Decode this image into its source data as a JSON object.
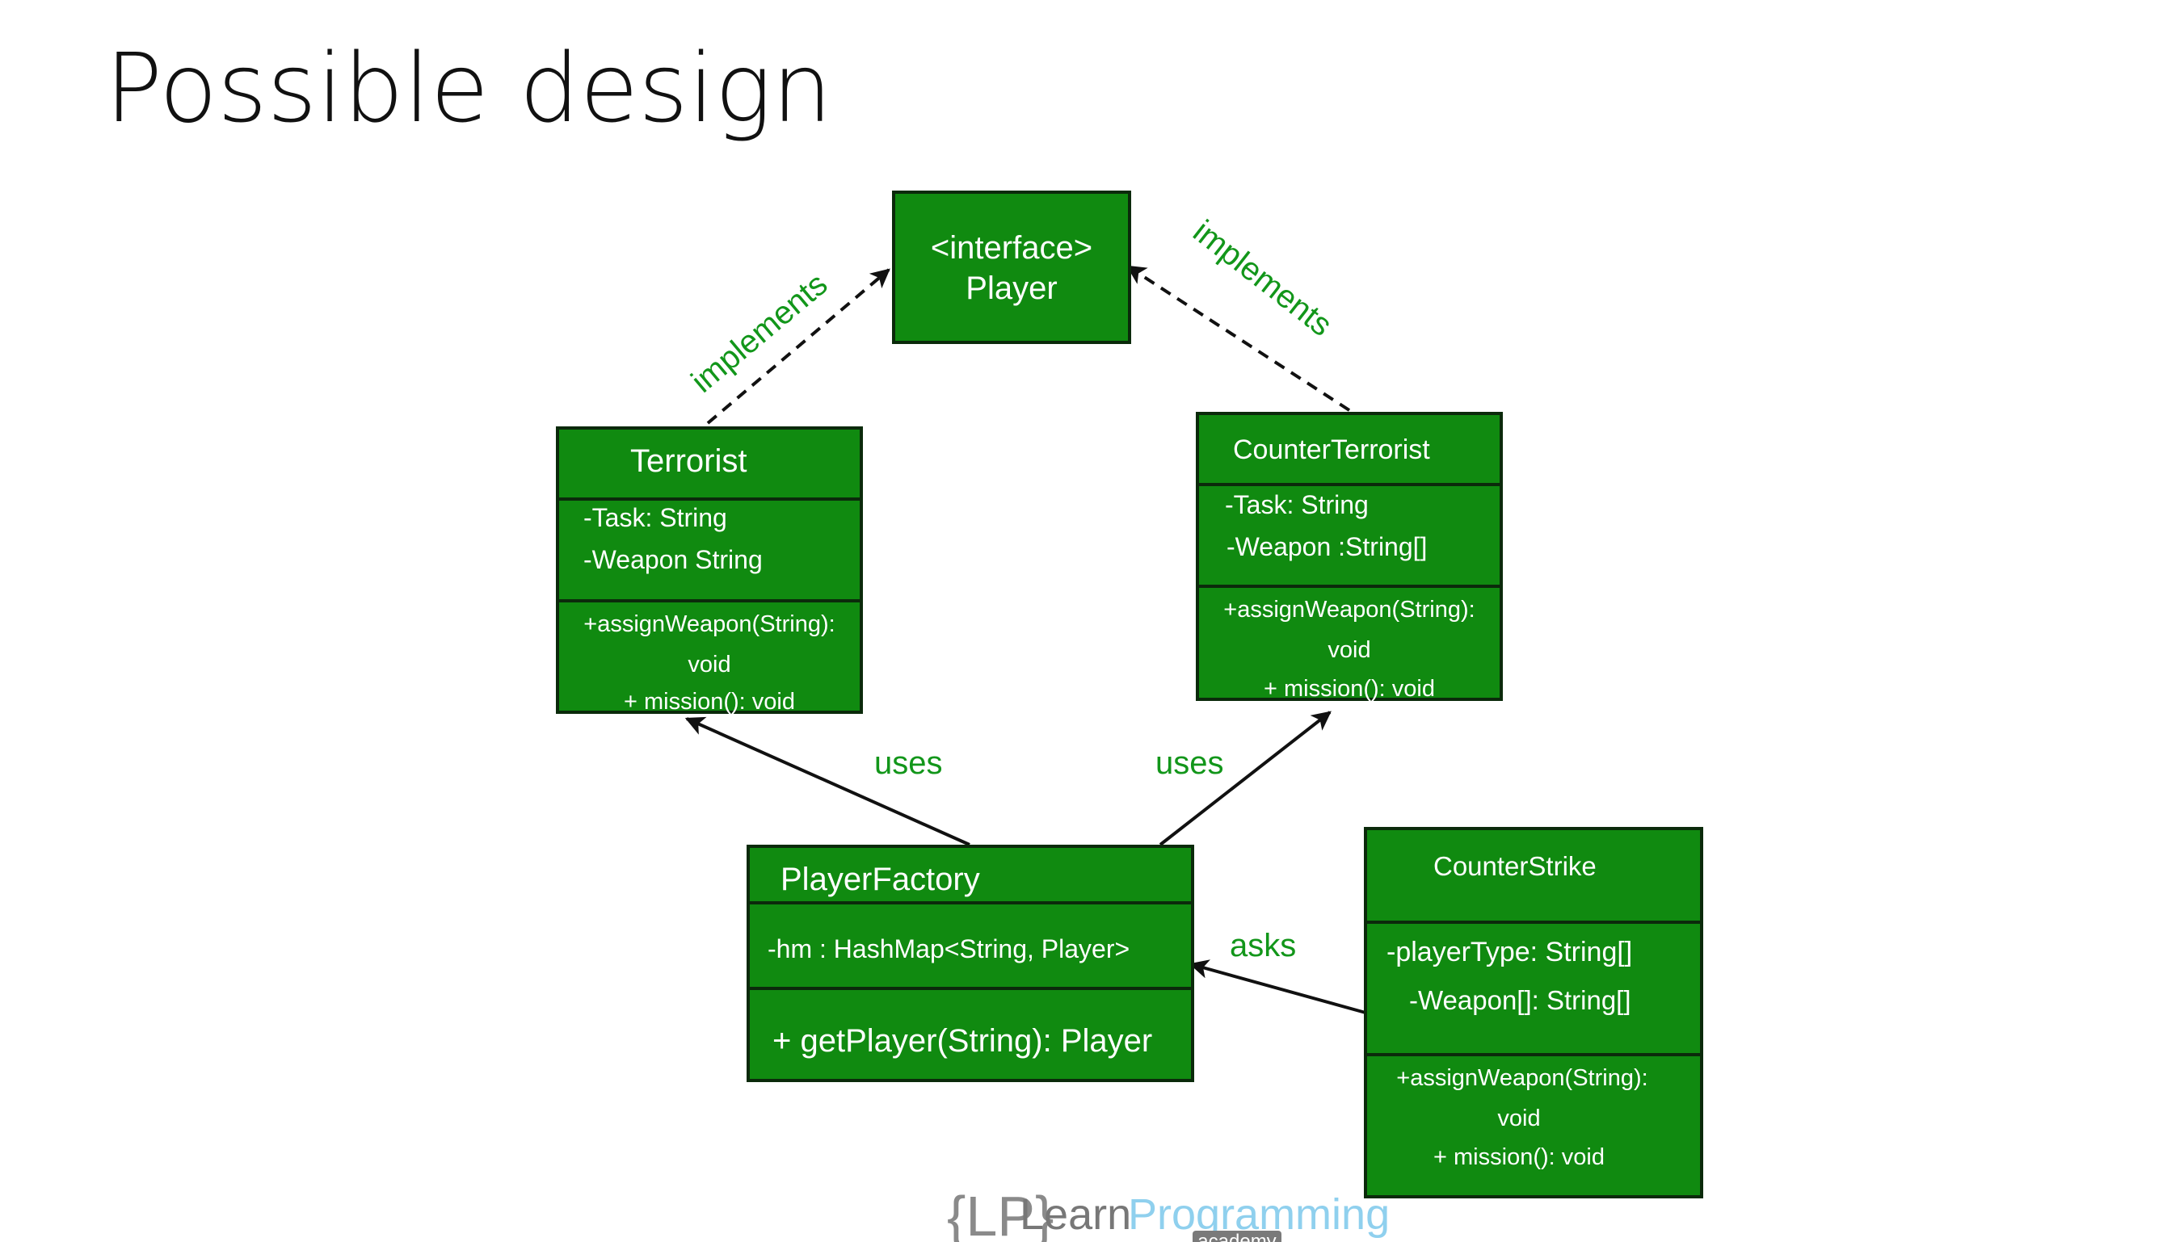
{
  "slide": {
    "title": "Possible design"
  },
  "diagram": {
    "interface_box": {
      "line1": "<interface>",
      "line2": "Player"
    },
    "terrorist": {
      "name": "Terrorist",
      "attributes": [
        "-Task: String",
        "-Weapon String"
      ],
      "methods": [
        "+assignWeapon(String):",
        "void",
        "+ mission(): void"
      ]
    },
    "counter_terrorist": {
      "name": "CounterTerrorist",
      "attributes": [
        "-Task: String",
        "-Weapon :String[]"
      ],
      "methods": [
        "+assignWeapon(String):",
        "void",
        "+ mission(): void"
      ]
    },
    "player_factory": {
      "name": "PlayerFactory",
      "attributes": [
        "-hm : HashMap<String, Player>"
      ],
      "methods": [
        "+ getPlayer(String): Player"
      ]
    },
    "counter_strike": {
      "name": "CounterStrike",
      "attributes": [
        "-playerType: String[]",
        "-Weapon[]: String[]"
      ],
      "methods": [
        "+assignWeapon(String):",
        "void",
        "+ mission(): void"
      ]
    },
    "relations": {
      "implements_left": "implements",
      "implements_right": "implements",
      "uses_left": "uses",
      "uses_right": "uses",
      "asks": "asks"
    },
    "colors": {
      "box_fill": "#108a10",
      "label_green": "#12961a"
    }
  },
  "logo": {
    "mark": "{LP}",
    "brand_learn": "Learn",
    "brand_programming": "Programming",
    "tagline": "academy"
  }
}
